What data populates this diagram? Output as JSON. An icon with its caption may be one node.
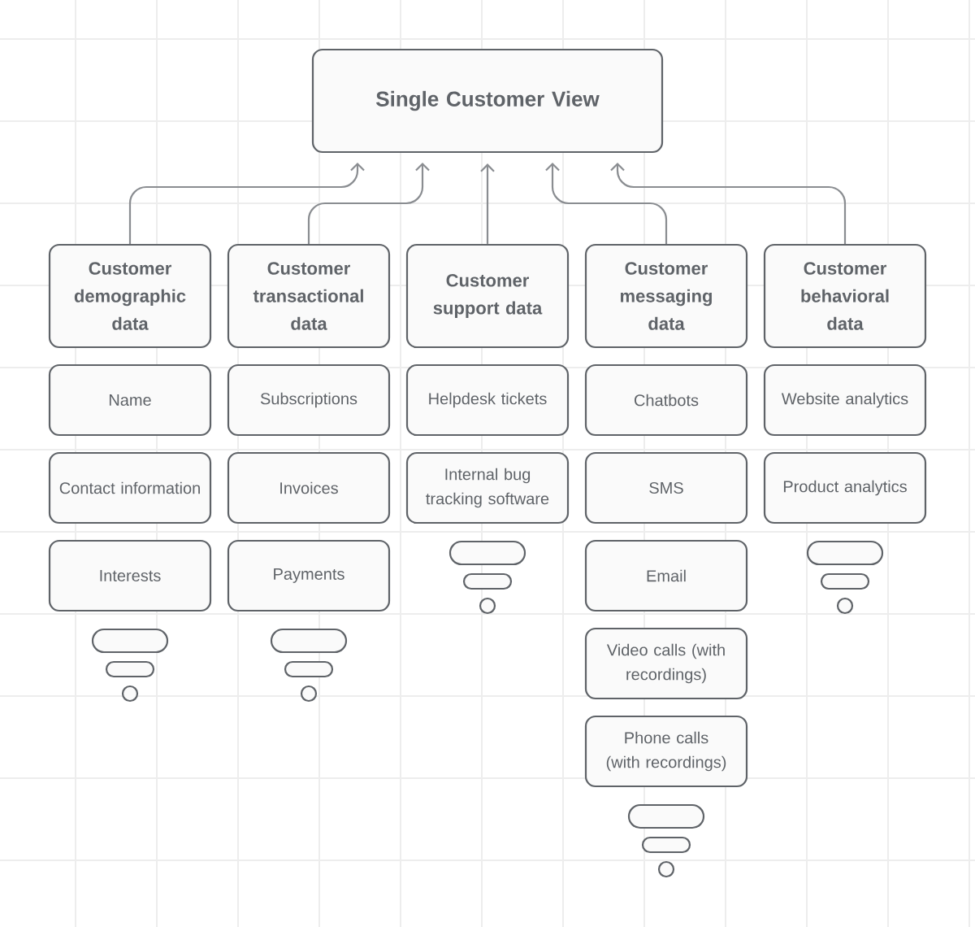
{
  "diagram": {
    "nodes": [
      {
        "text": [
          "Single Customer View"
        ]
      },
      {
        "text": [
          "Customer demographic data"
        ]
      },
      {
        "text": [
          "Customer transactional data"
        ]
      },
      {
        "text": [
          "Customer support data"
        ]
      },
      {
        "text": [
          "Customer messaging data"
        ]
      },
      {
        "text": [
          "Customer behavioral data"
        ]
      },
      {
        "text": [
          "Name"
        ]
      },
      {
        "text": [
          "Subscriptions"
        ]
      },
      {
        "text": [
          "Helpdesk tickets"
        ]
      },
      {
        "text": [
          "Chatbots"
        ]
      },
      {
        "text": [
          "Website analytics"
        ]
      },
      {
        "text": [
          "Contact information"
        ]
      },
      {
        "text": [
          "Invoices"
        ]
      },
      {
        "text": [
          "Internal bug tracking software"
        ]
      },
      {
        "text": [
          "SMS"
        ]
      },
      {
        "text": [
          "Product analytics"
        ]
      },
      {
        "text": [
          "Interests"
        ]
      },
      {
        "text": [
          "Payments"
        ]
      },
      {
        "text": [
          "Email"
        ]
      },
      {
        "text": [
          "Video calls (with recordings)"
        ]
      },
      {
        "text": [
          "Phone calls (with recordings)"
        ]
      }
    ],
    "edges": [
      {
        "from": 1,
        "to": 0,
        "arrow": "to"
      },
      {
        "from": 2,
        "to": 0,
        "arrow": "to"
      },
      {
        "from": 3,
        "to": 0,
        "arrow": "to"
      },
      {
        "from": 4,
        "to": 0,
        "arrow": "to"
      },
      {
        "from": 5,
        "to": 0,
        "arrow": "to"
      }
    ]
  }
}
